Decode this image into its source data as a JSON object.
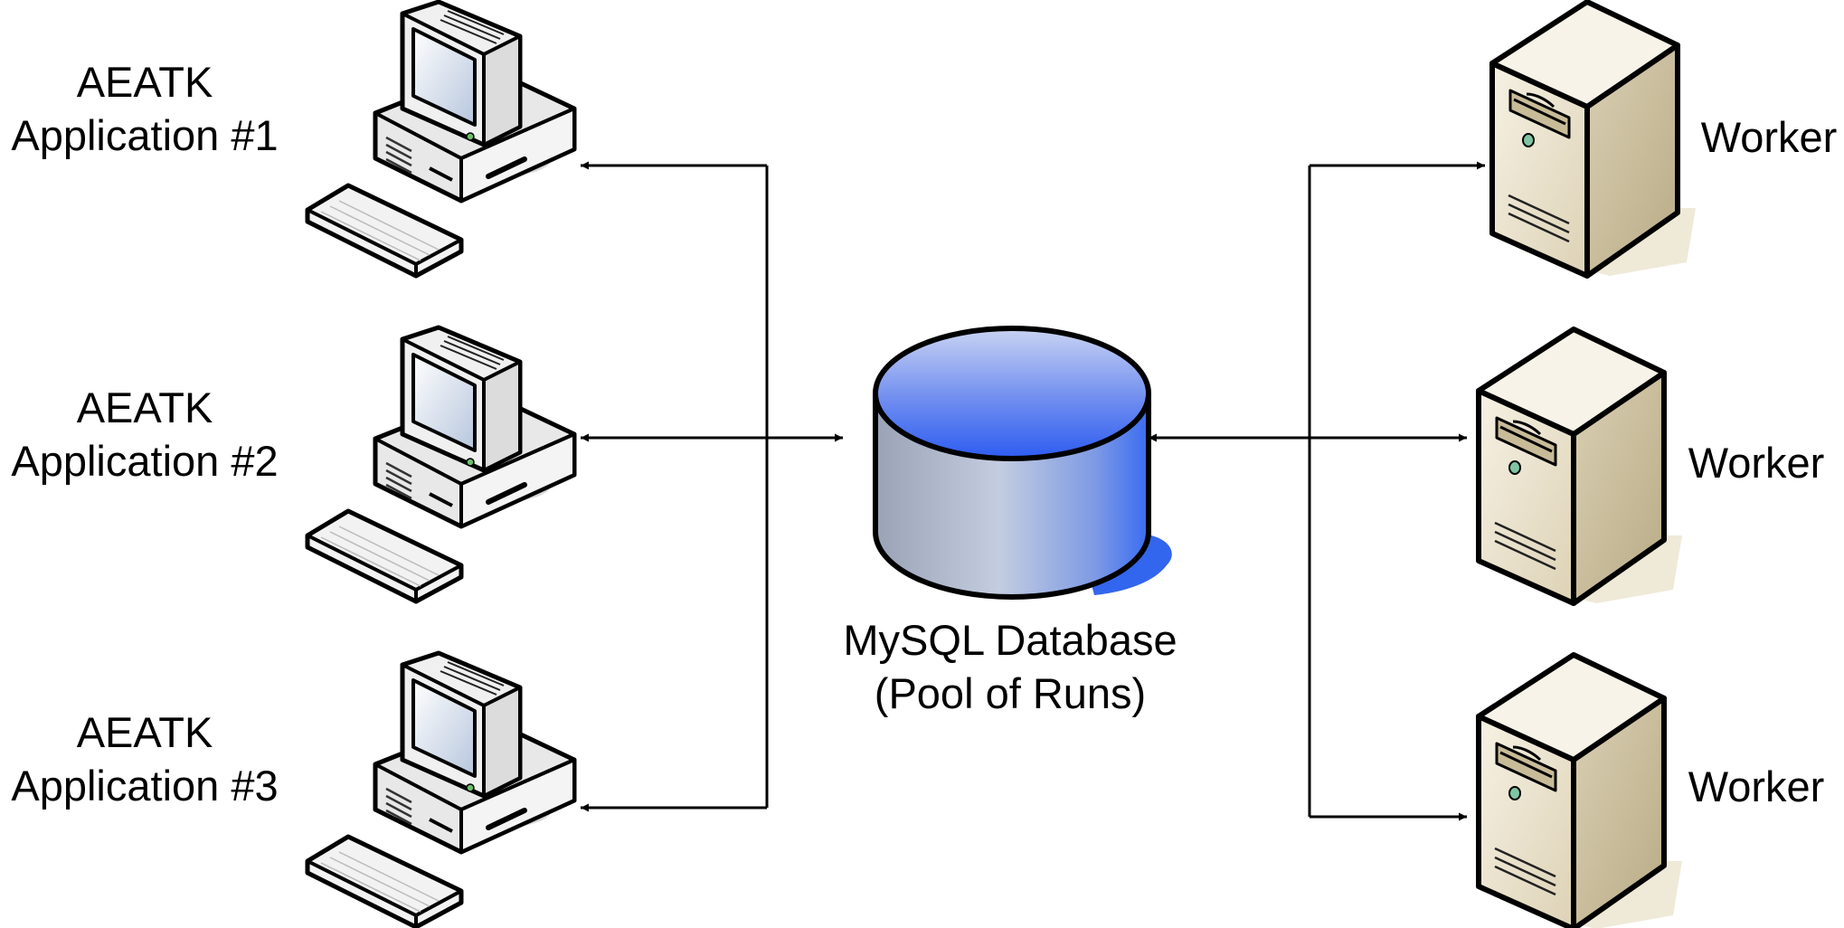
{
  "applications": [
    {
      "line1": "AEATK",
      "line2": "Application #1"
    },
    {
      "line1": "AEATK",
      "line2": "Application #2"
    },
    {
      "line1": "AEATK",
      "line2": "Application #3"
    }
  ],
  "database": {
    "line1": "MySQL Database",
    "line2": "(Pool of Runs)"
  },
  "workers": [
    {
      "label": "Worker"
    },
    {
      "label": "Worker"
    },
    {
      "label": "Worker"
    }
  ],
  "colors": {
    "line": "#000000",
    "database_top": "#3a6cf2",
    "database_body": "#a9b4cd",
    "database_shadow": "#3366ee",
    "server_body": "#e6dcc5",
    "computer_body": "#eeeeee"
  }
}
